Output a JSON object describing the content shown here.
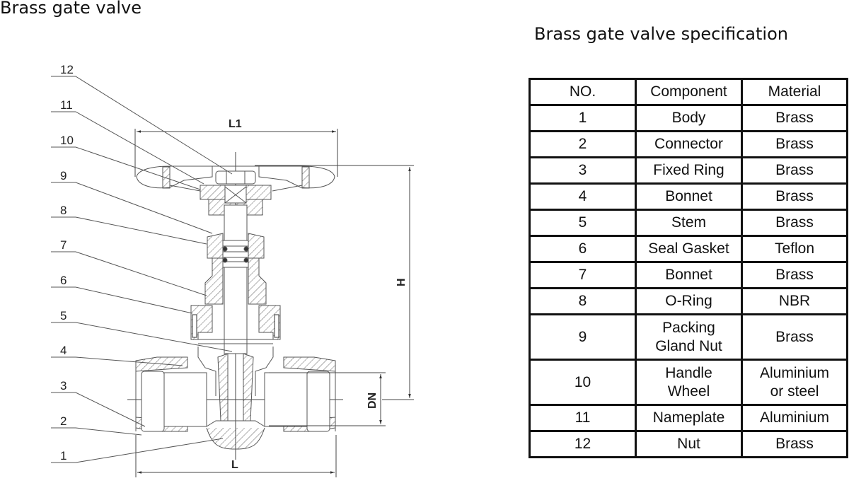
{
  "diagram_title": "Brass gate valve",
  "spec_title": "Brass gate valve specification",
  "drawing": {
    "callouts": [
      "12",
      "11",
      "10",
      "9",
      "8",
      "7",
      "6",
      "5",
      "4",
      "3",
      "2",
      "1"
    ],
    "dimensions": {
      "l1": "L1",
      "h": "H",
      "dn": "DN",
      "l": "L"
    }
  },
  "table": {
    "headers": [
      "NO.",
      "Component",
      "Material"
    ],
    "rows": [
      {
        "no": "1",
        "component": "Body",
        "material": "Brass"
      },
      {
        "no": "2",
        "component": "Connector",
        "material": "Brass"
      },
      {
        "no": "3",
        "component": "Fixed Ring",
        "material": "Brass"
      },
      {
        "no": "4",
        "component": "Bonnet",
        "material": "Brass"
      },
      {
        "no": "5",
        "component": "Stem",
        "material": "Brass"
      },
      {
        "no": "6",
        "component": "Seal Gasket",
        "material": "Teflon"
      },
      {
        "no": "7",
        "component": "Bonnet",
        "material": "Brass"
      },
      {
        "no": "8",
        "component": "O-Ring",
        "material": "NBR"
      },
      {
        "no": "9",
        "component": "Packing Gland Nut",
        "material": "Brass"
      },
      {
        "no": "10",
        "component": "Handle Wheel",
        "material": "Aluminium or steel"
      },
      {
        "no": "11",
        "component": "Nameplate",
        "material": "Aluminium"
      },
      {
        "no": "12",
        "component": "Nut",
        "material": "Brass"
      }
    ]
  }
}
